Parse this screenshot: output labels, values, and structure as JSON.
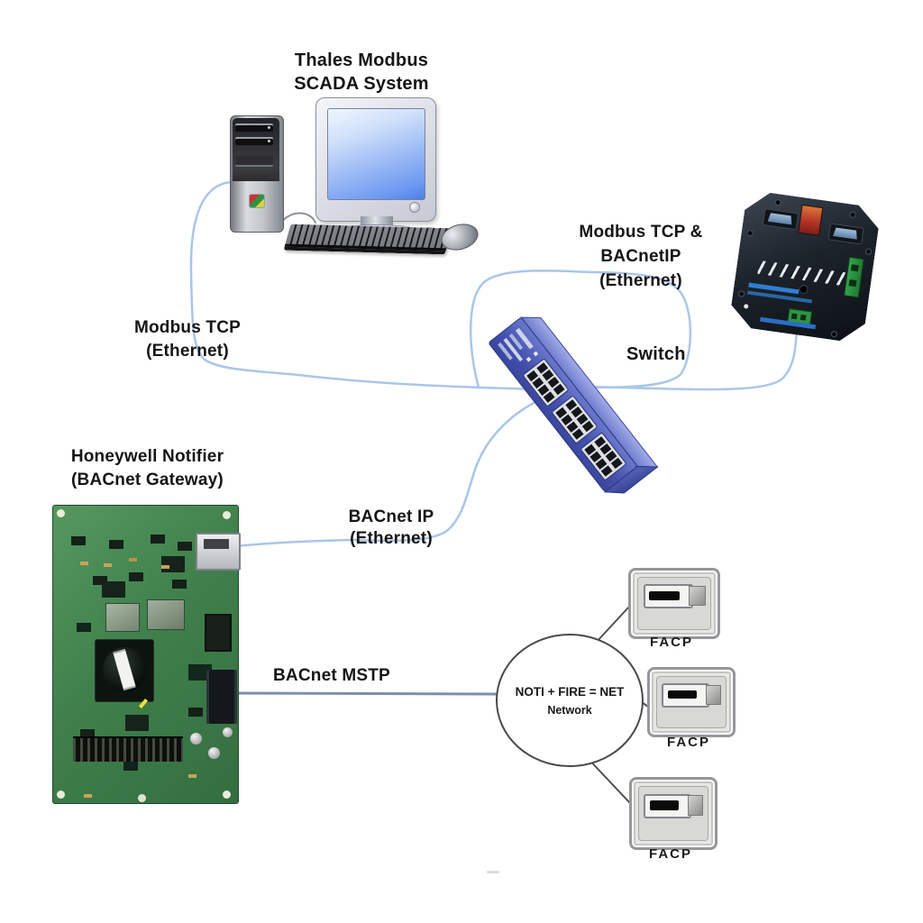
{
  "labels": {
    "scada_line1": "Thales Modbus",
    "scada_line2": "SCADA System",
    "modbus_bacnet_line1": "Modbus TCP &",
    "modbus_bacnet_line2": "BACnetIP",
    "modbus_bacnet_line3": "(Ethernet)",
    "switch": "Switch",
    "modbus_tcp_line1": "Modbus TCP",
    "modbus_tcp_line2": "(Ethernet)",
    "gateway_line1": "Honeywell Notifier",
    "gateway_line2": "(BACnet Gateway)",
    "bacnet_ip_line1": "BACnet IP",
    "bacnet_ip_line2": "(Ethernet)",
    "bacnet_mstp": "BACnet MSTP",
    "network_line1": "NOTI + FIRE = NET",
    "network_line2": "Network"
  },
  "facp_labels": [
    "FACP",
    "FACP",
    "FACP"
  ],
  "colors": {
    "cable_blue": "#a9c6e8",
    "mstp_line": "#7d8fae",
    "network_line": "#4f4f4f",
    "peripheral_gray": "#8a8f96",
    "switch_blue": "#4a58b4",
    "pcb_green": "#4a8a55",
    "device_black": "#171b21",
    "screen_blue": "#6f9ef2"
  }
}
